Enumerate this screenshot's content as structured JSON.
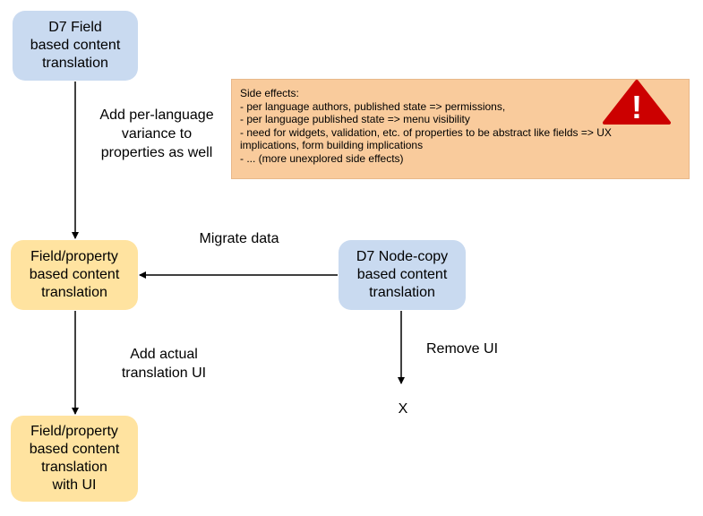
{
  "nodes": {
    "d7_field": [
      "D7 Field",
      "based content",
      "translation"
    ],
    "field_property": [
      "Field/property",
      "based content",
      "translation"
    ],
    "field_property_ui": [
      "Field/property",
      "based content",
      "translation",
      "with UI"
    ],
    "d7_nodecopy": [
      "D7 Node-copy",
      "based content",
      "translation"
    ]
  },
  "edges": {
    "add_variance": [
      "Add per-language",
      "variance to",
      "properties as well"
    ],
    "migrate": "Migrate data",
    "add_ui": [
      "Add actual",
      "translation UI"
    ],
    "remove_ui": "Remove UI",
    "terminal": "X"
  },
  "side_effects": {
    "lines": [
      "Side effects:",
      "- per language authors, published state => permissions,",
      "- per language published state => menu visibility",
      "- need for widgets, validation, etc. of properties to be abstract like fields => UX",
      "implications, form building implications",
      "- ... (more unexplored side effects)"
    ]
  },
  "warning": {
    "icon": "warning-triangle-icon",
    "glyph": "!",
    "color": "#cc0000"
  },
  "colors": {
    "blue_node": "#c9daf0",
    "yellow_node": "#ffe3a0",
    "side_effects_bg": "#f9cb9c",
    "arrow": "#000000"
  }
}
